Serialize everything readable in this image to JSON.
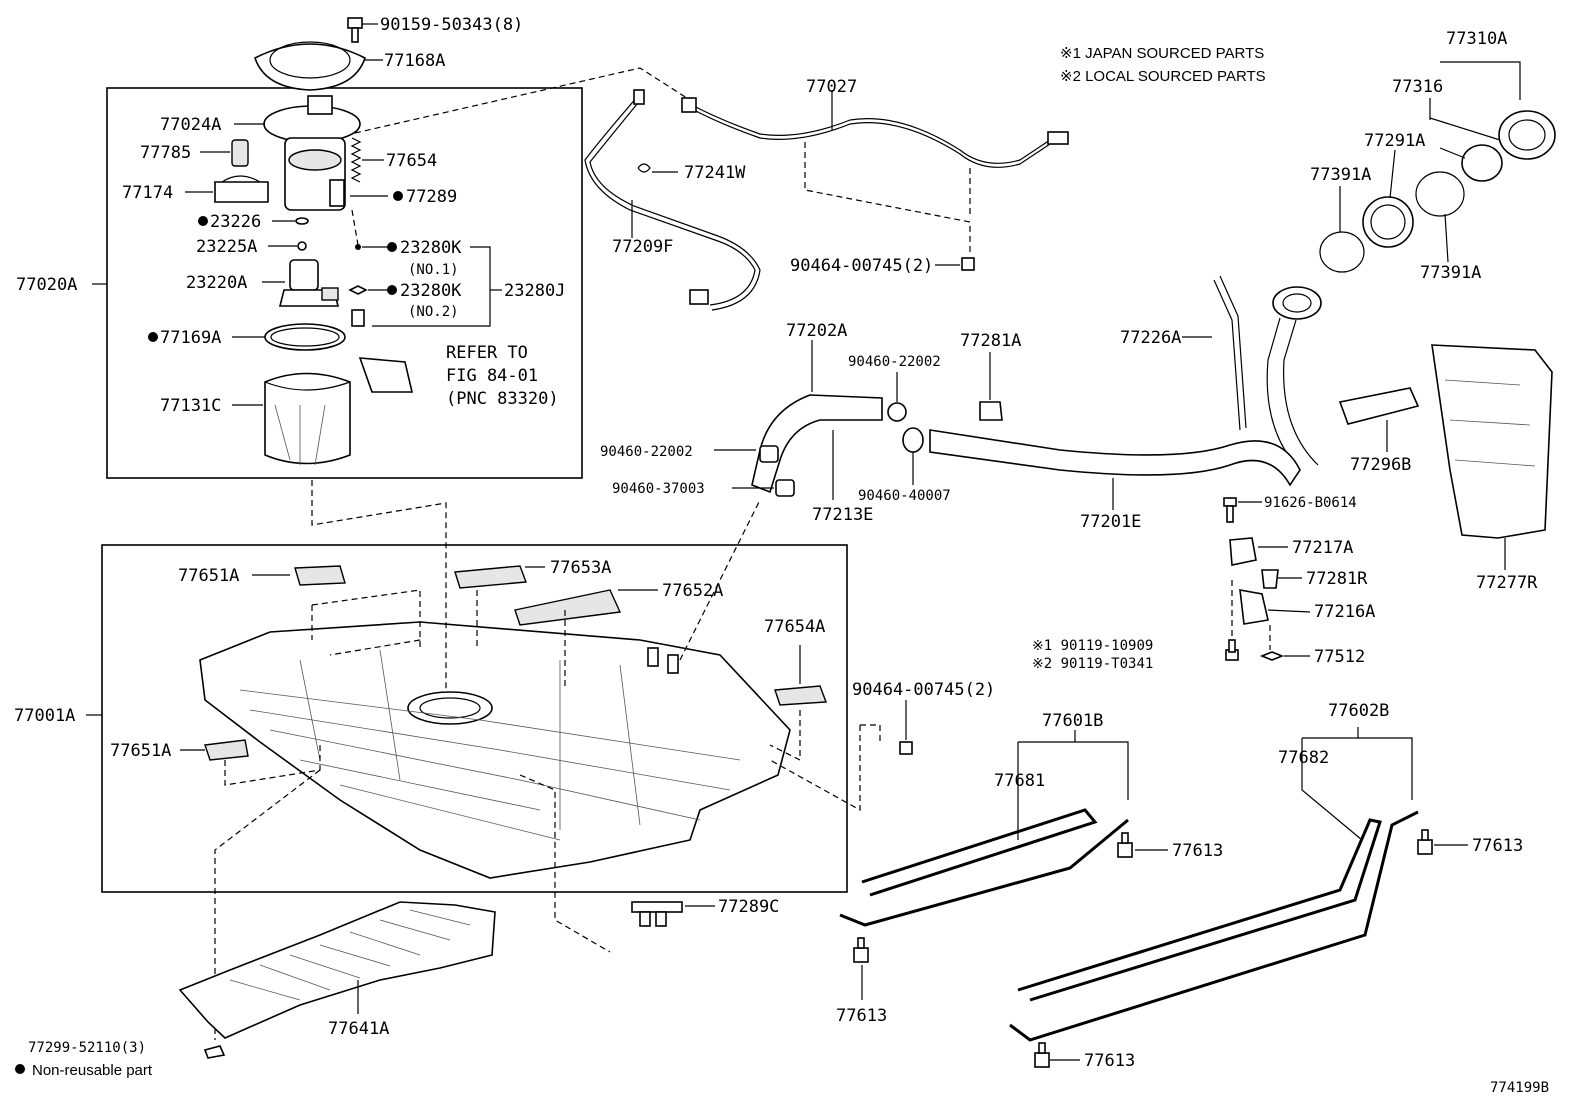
{
  "diagram_code": "774199B",
  "legend": {
    "note1": "※1 JAPAN SOURCED PARTS",
    "note2": "※2 LOCAL SOURCED PARTS",
    "nonreusable": "Non-reusable part"
  },
  "labels": {
    "p90159": "90159-50343(8)",
    "p77168A": "77168A",
    "p77024A": "77024A",
    "p77785": "77785",
    "p77654": "77654",
    "p77174": "77174",
    "p77289": "77289",
    "p23226": "23226",
    "p23225A": "23225A",
    "p23280K1": "23280K",
    "no1": "(NO.1)",
    "p23220A": "23220A",
    "p23280K2": "23280K",
    "no2": "(NO.2)",
    "p23280J": "23280J",
    "p77020A": "77020A",
    "p77169A": "77169A",
    "refer1": "REFER TO",
    "refer2": "FIG 84-01",
    "refer3": "(PNC 83320)",
    "p77131C": "77131C",
    "p77027": "77027",
    "p77241W": "77241W",
    "p77209F": "77209F",
    "p90464a": "90464-00745(2)",
    "p77310A": "77310A",
    "p77316": "77316",
    "p77291A": "77291A",
    "p77391A_1": "77391A",
    "p77391A_2": "77391A",
    "p77202A": "77202A",
    "p90460_22002a": "90460-22002",
    "p77281A": "77281A",
    "p77226A": "77226A",
    "p90460_22002b": "90460-22002",
    "p90460_37003": "90460-37003",
    "p77213E": "77213E",
    "p90460_40007": "90460-40007",
    "p77201E": "77201E",
    "p77296B": "77296B",
    "p91626": "91626-B0614",
    "p77277R": "77277R",
    "p77217A": "77217A",
    "p77281R": "77281R",
    "p77216A": "77216A",
    "p90119_1": "※1 90119-10909",
    "p90119_2": "※2 90119-T0341",
    "p77512": "77512",
    "p77651A_1": "77651A",
    "p77653A": "77653A",
    "p77652A": "77652A",
    "p77654A": "77654A",
    "p77001A": "77001A",
    "p77651A_2": "77651A",
    "p90464b": "90464-00745(2)",
    "p77601B": "77601B",
    "p77681": "77681",
    "p77613a": "77613",
    "p77602B": "77602B",
    "p77682": "77682",
    "p77613b": "77613",
    "p77289C": "77289C",
    "p77641A": "77641A",
    "p77613c": "77613",
    "p77299": "77299-52110(3)",
    "p77613d": "77613"
  }
}
